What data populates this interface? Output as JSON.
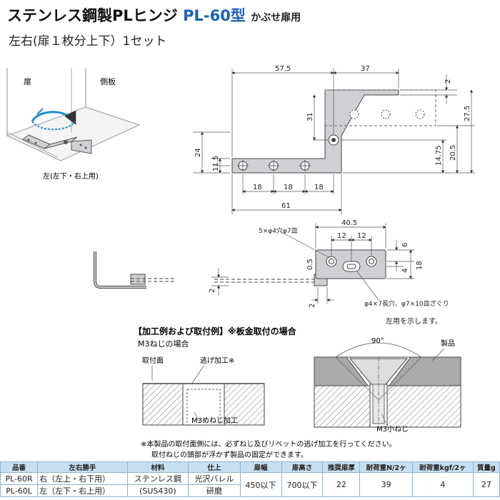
{
  "header": {
    "title_main": "ステンレス鋼製PLヒンジ",
    "title_model": "PL-60型",
    "title_suffix": "かぶせ扉用",
    "subtitle": "左右(扉１枚分上下）1セット"
  },
  "illustration": {
    "door_label": "扉",
    "side_panel_label": "側板",
    "caption": "左(左下・右上用)"
  },
  "top_view": {
    "dims": {
      "d57_5": "57.5",
      "d37": "37",
      "d2": "2",
      "d31": "31",
      "d27_5": "27.5",
      "d24": "24",
      "d11_5": "11.5",
      "d14_75": "14.75",
      "d20_5": "20.5",
      "d18a": "18",
      "d18b": "18",
      "d18c": "18",
      "d61": "61"
    }
  },
  "side_view": {
    "dims": {
      "d40_5": "40.5",
      "d12a": "12",
      "d12b": "12",
      "d6": "6",
      "d4": "4",
      "d18": "18",
      "d0_5": "0.5",
      "d2": "2",
      "d2b": "2"
    },
    "hole_note": "5×φ4穴φ7皿",
    "slot_note": "φ4×7長穴、φ7×10皿ざぐり",
    "left_shown": "左用を示します。"
  },
  "mounting": {
    "heading": "【加工例および取付例】※板金取付の場合",
    "sub": "M3ねじの場合",
    "surface_label": "取付面",
    "relief_label": "逃げ加工※",
    "m3_tap_label": "M3めねじ加工",
    "angle_label": "90°",
    "product_label": "製品",
    "m3_screw_label": "M3小ねじ",
    "note1": "※本製品の取付面側には、必ずねじ及びリベットの逃げ加工を行ってください。",
    "note2": "取付ねじの頭部が浮かず製品の固定ができます。"
  },
  "spec_table": {
    "headers": [
      "品番",
      "左右勝手",
      "材料",
      "仕上",
      "扉幅",
      "扉高さ",
      "推奨扉厚",
      "耐荷重N/2ヶ",
      "耐荷重kgf/2ヶ",
      "質量g"
    ],
    "rows": [
      {
        "part": "PL-60R",
        "hand": "右（左上・右下用）"
      },
      {
        "part": "PL-60L",
        "hand": "左（左下・右上用）"
      }
    ],
    "shared": {
      "material_1": "ステンレス鋼",
      "material_2": "(SUS430)",
      "finish_1": "光沢バレル",
      "finish_2": "研磨",
      "door_width": "450以下",
      "door_height": "700以下",
      "thickness": "22",
      "load_n": "39",
      "load_kgf": "4",
      "mass": "27"
    }
  },
  "colors": {
    "accent": "#1a62b5",
    "header_bg": "#c7dff0",
    "part_fill": "#cfd0d4",
    "part_stroke": "#444444"
  }
}
